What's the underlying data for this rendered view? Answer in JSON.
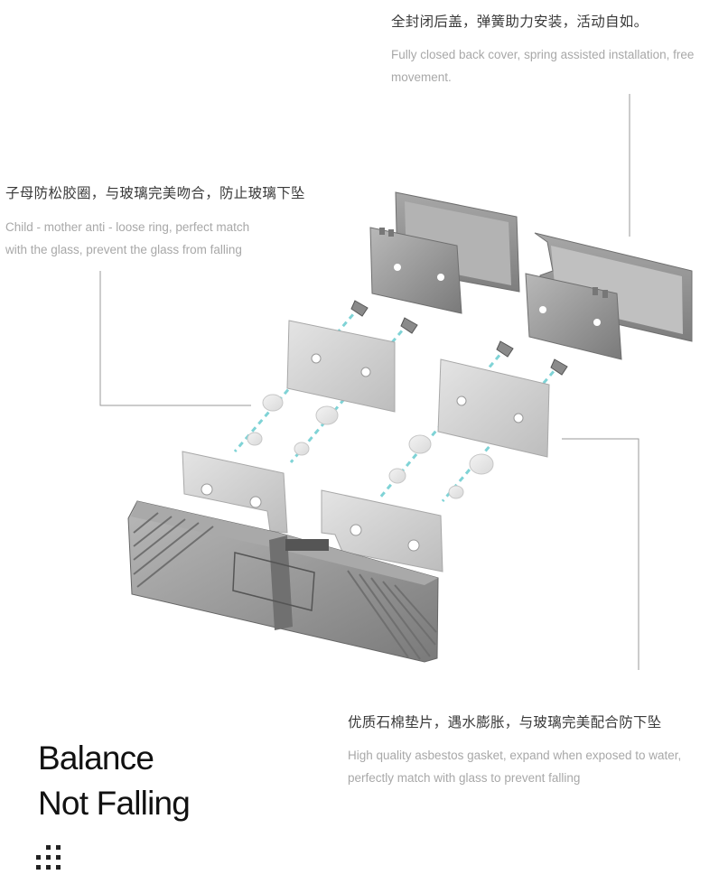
{
  "callouts": {
    "top": {
      "cn": "全封闭后盖，弹簧助力安装，活动自如。",
      "en_line1": "Fully closed back cover, spring assisted installation, free",
      "en_line2": "movement."
    },
    "left": {
      "cn": "子母防松胶圈，与玻璃完美吻合，防止玻璃下坠",
      "en_line1": "Child - mother anti - loose ring, perfect match",
      "en_line2": "with the glass, prevent the glass from falling"
    },
    "bottom": {
      "cn": "优质石棉垫片，遇水膨胀，与玻璃完美配合防下坠",
      "en_line1": "High quality asbestos gasket, expand when exposed to water,",
      "en_line2": "perfectly match with glass to prevent falling"
    }
  },
  "headline": {
    "line1": "Balance",
    "line2": "Not Falling"
  },
  "colors": {
    "metal_dark": "#8c8c8c",
    "metal_light": "#cfcfcf",
    "gasket": "#ebebeb",
    "guide_dash": "#7fd3d6",
    "leader_line": "#9a9a9a"
  },
  "icons": [
    "grid-dots-icon"
  ]
}
